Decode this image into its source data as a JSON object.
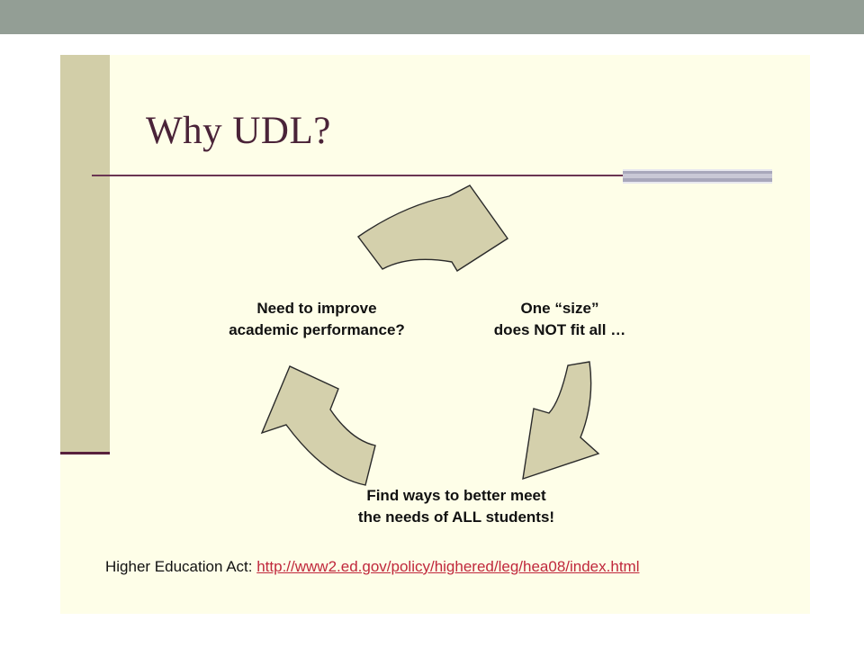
{
  "slide": {
    "title": "Why UDL?",
    "cycle": {
      "left_label": [
        "Need to improve",
        "academic performance?"
      ],
      "right_label": [
        "One “size”",
        "does NOT fit all …"
      ],
      "bottom_label": [
        "Find ways to better meet",
        "the needs of ALL students!"
      ]
    },
    "footer": {
      "prefix": "Higher Education Act: ",
      "link": "http://www2.ed.gov/policy/highered/leg/hea08/index.html"
    }
  },
  "colors": {
    "top_bar": "#939e95",
    "slide_background": "#fefee8",
    "left_band": "#d2cea8",
    "title_text": "#4a2338",
    "arrow_fill": "#d4d0ac",
    "link": "#c0283c"
  }
}
